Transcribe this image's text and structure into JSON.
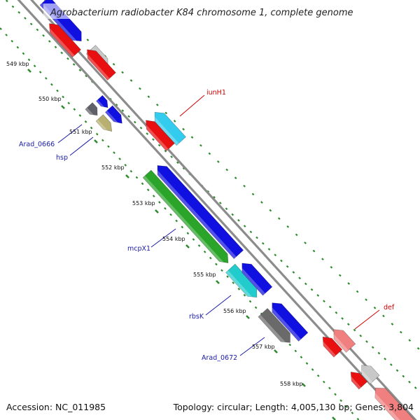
{
  "title": "Agrobacterium radiobacter K84 chromosome 1, complete genome",
  "footer": {
    "accession": "Accession: NC_011985",
    "summary": "Topology: circular; Length: 4,005,130 bp; Genes: 3,804"
  },
  "colors": {
    "backbone": "#8c8c8c",
    "tick": "#2e8b2e",
    "forward_label": "#1a1aa8",
    "reverse_label": "#cc0000"
  },
  "kbp_labels": [
    "549 kbp",
    "550 kbp",
    "551 kbp",
    "552 kbp",
    "553 kbp",
    "554 kbp",
    "555 kbp",
    "556 kbp",
    "557 kbp",
    "558 kbp"
  ],
  "genes": [
    {
      "id": "top-forward-blue",
      "label": "",
      "strand": "forward",
      "color": "#1010e0"
    },
    {
      "id": "top-forward-grey",
      "label": "",
      "strand": "forward",
      "color": "#c8c8c8"
    },
    {
      "id": "top-reverse-red-1",
      "label": "",
      "strand": "reverse",
      "color": "#e81010"
    },
    {
      "id": "top-reverse-red-2",
      "label": "",
      "strand": "reverse",
      "color": "#e81010"
    },
    {
      "id": "arad-0666",
      "label": "Arad_0666",
      "strand": "forward",
      "color": "#606068"
    },
    {
      "id": "hsp",
      "label": "hsp",
      "strand": "forward",
      "color": "#b8b070"
    },
    {
      "id": "small-blue-1",
      "label": "",
      "strand": "forward",
      "color": "#1010e0"
    },
    {
      "id": "small-blue-2",
      "label": "",
      "strand": "forward",
      "color": "#1010e0"
    },
    {
      "id": "iunH1",
      "label": "iunH1",
      "strand": "reverse",
      "color": "#33ccee"
    },
    {
      "id": "red-near-iunH1",
      "label": "",
      "strand": "reverse",
      "color": "#e81010"
    },
    {
      "id": "mcpX1",
      "label": "mcpX1",
      "strand": "forward",
      "color": "#2aa52a"
    },
    {
      "id": "long-blue",
      "label": "",
      "strand": "reverse",
      "color": "#1010e0"
    },
    {
      "id": "rbsK",
      "label": "rbsK",
      "strand": "forward",
      "color": "#22cccc"
    },
    {
      "id": "blue-near-rbsK",
      "label": "",
      "strand": "reverse",
      "color": "#1010e0"
    },
    {
      "id": "arad-0672",
      "label": "Arad_0672",
      "strand": "forward",
      "color": "#6a6a6a"
    },
    {
      "id": "blue-near-arad-0672",
      "label": "",
      "strand": "reverse",
      "color": "#1010e0"
    },
    {
      "id": "def",
      "label": "def",
      "strand": "reverse",
      "color": "#e81010"
    },
    {
      "id": "pink-near-def",
      "label": "",
      "strand": "reverse",
      "color": "#f08080"
    },
    {
      "id": "bottom-grey",
      "label": "",
      "strand": "reverse",
      "color": "#c8c8c8"
    },
    {
      "id": "bottom-red",
      "label": "",
      "strand": "reverse",
      "color": "#e81010"
    },
    {
      "id": "bottom-pink",
      "label": "",
      "strand": "reverse",
      "color": "#f08080"
    }
  ]
}
